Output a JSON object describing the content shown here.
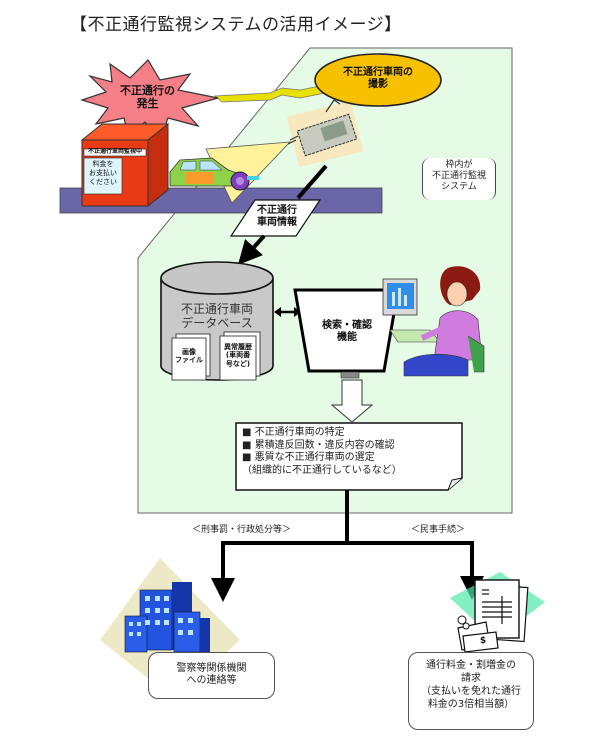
{
  "title": "【不正通行監視システムの活用イメージ】",
  "colors": {
    "panel_fill": "#e6fbe6",
    "burst_fill": "#f47f86",
    "ellipse_fill": "#f7c100",
    "booth_red": "#e83a14",
    "road_purple": "#6b66a8",
    "cone_yellow": "#fff29a",
    "db_gray": "#c9c9c9",
    "building_blue": "#1f4fd6"
  },
  "top_scene": {
    "incident_burst": [
      "不正通行の",
      "発生"
    ],
    "booth_sign": "不正通行車両監視中",
    "booth_notice": [
      "料金を",
      "お支払い",
      "ください"
    ],
    "camera_callout": [
      "不正通行車両の",
      "撮影"
    ],
    "info_label": [
      "不正通行",
      "車両情報"
    ]
  },
  "system_panel": {
    "system_label": [
      "枠内が",
      "不正通行監視",
      "システム"
    ],
    "database": {
      "title": [
        "不正通行車両",
        "データベース"
      ],
      "doc_images": [
        "画像",
        "ファイル"
      ],
      "doc_history": [
        "異常履歴",
        "(車両番",
        "号など)"
      ]
    },
    "search_function": [
      "検索・確認",
      "機能"
    ],
    "results": [
      "■ 不正通行車両の特定",
      "■ 累積違反回数・違反内容の確認",
      "■ 悪質な不正通行車両の選定",
      "（組織的に不正通行しているなど）"
    ]
  },
  "branches": {
    "left_label": "＜刑事罰・行政処分等＞",
    "right_label": "＜民事手続＞",
    "left_box": [
      "警察等関係機関",
      "への連絡等"
    ],
    "right_box": [
      "通行料金・割増金の",
      "請求",
      "（支払いを免れた通行",
      "料金の3倍相当額）"
    ],
    "money_symbol": "$"
  }
}
